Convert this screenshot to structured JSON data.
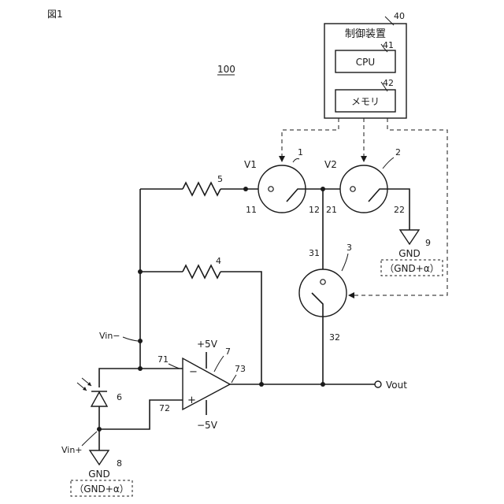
{
  "figure_label": "図1",
  "system_ref": "100",
  "controller": {
    "ref": "40",
    "title": "制御装置",
    "cpu_ref": "41",
    "cpu_label": "CPU",
    "memory_ref": "42",
    "memory_label": "メモリ"
  },
  "switch1": {
    "ref": "1",
    "node": "V1",
    "term_a": "11",
    "term_b": "12"
  },
  "switch2": {
    "ref": "2",
    "node": "V2",
    "term_a": "21",
    "term_b": "22"
  },
  "switch3": {
    "ref": "3",
    "term_a": "31",
    "term_b": "32"
  },
  "resistor5": {
    "ref": "5"
  },
  "resistor4": {
    "ref": "4"
  },
  "photodiode": {
    "ref": "6"
  },
  "opamp": {
    "ref": "7",
    "pin_inv": "71",
    "pin_noninv": "72",
    "pin_out": "73",
    "supply_pos": "+5V",
    "supply_neg": "−5V",
    "minus_sign": "−",
    "plus_sign": "+"
  },
  "nodes": {
    "vin_minus": "Vin−",
    "vin_plus": "Vin+",
    "vout": "Vout"
  },
  "ground9": {
    "ref": "9",
    "label": "GND",
    "alt": "（GND+α）"
  },
  "ground8": {
    "ref": "8",
    "label": "GND",
    "alt": "（GND+α）"
  }
}
